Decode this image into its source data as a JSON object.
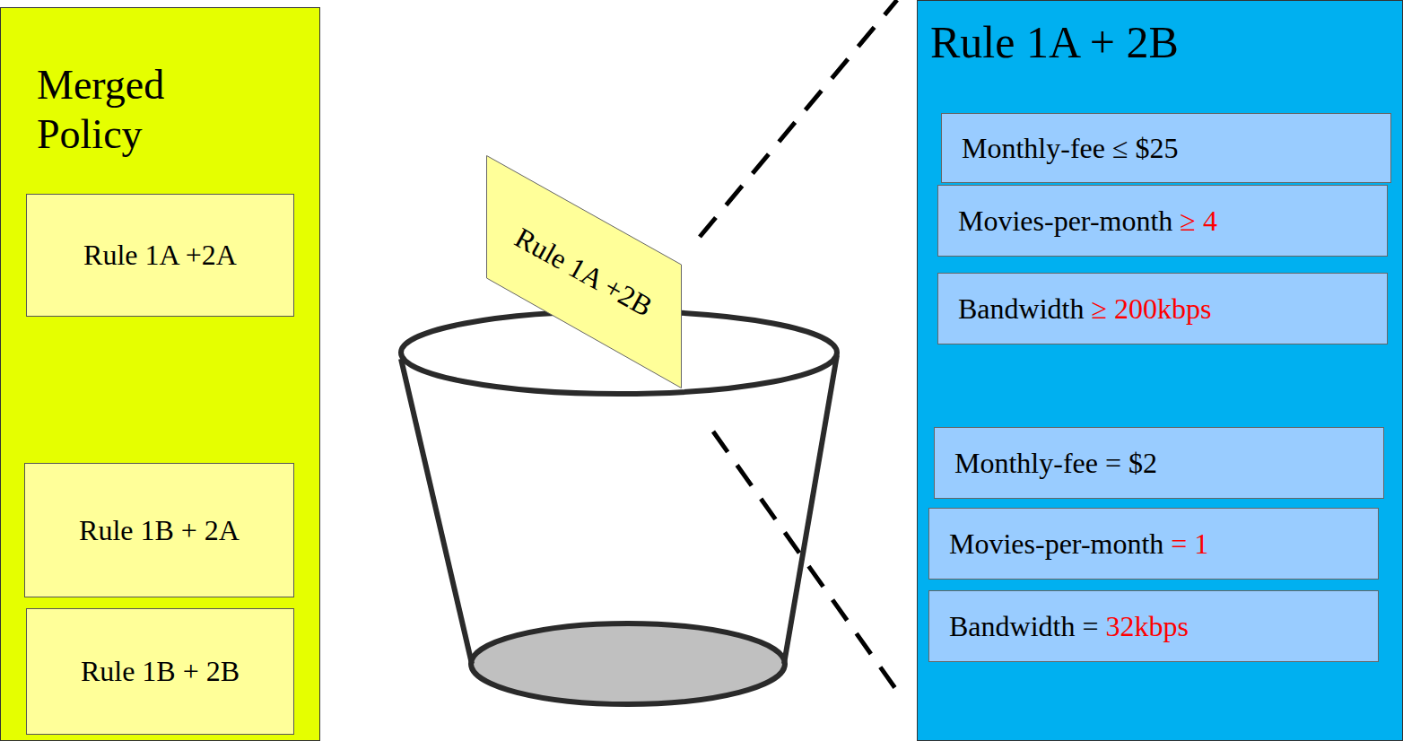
{
  "diagram": {
    "nodes": [
      {
        "text": [
          "Merged Policy"
        ]
      },
      {
        "text": [
          "Rule 1A +2A"
        ],
        "in": 0
      },
      {
        "text": [
          "Rule 1B + 2A"
        ],
        "in": 0
      },
      {
        "text": [
          "Rule 1B + 2B"
        ],
        "in": 0
      },
      {
        "text": [
          "Rule 1A +2B"
        ]
      },
      {
        "text": [
          "Rule 1A + 2B"
        ]
      },
      {
        "text": [
          "Monthly-fee ≤ $25"
        ],
        "in": 5
      },
      {
        "text": [
          "Movies-per-month",
          "≥ 4"
        ],
        "in": 5
      },
      {
        "text": [
          "Bandwidth",
          "≥ 200kbps"
        ],
        "in": 5
      },
      {
        "text": [
          "Monthly-fee = $2"
        ],
        "in": 5
      },
      {
        "text": [
          "Movies-per-month",
          "= 1"
        ],
        "in": 5
      },
      {
        "text": [
          "Bandwidth =",
          "32kbps"
        ],
        "in": 5
      }
    ],
    "edges": [
      {
        "from": 4,
        "to": 5,
        "arrow": "none"
      },
      {
        "from": 4,
        "to": 5,
        "arrow": "none"
      }
    ]
  }
}
